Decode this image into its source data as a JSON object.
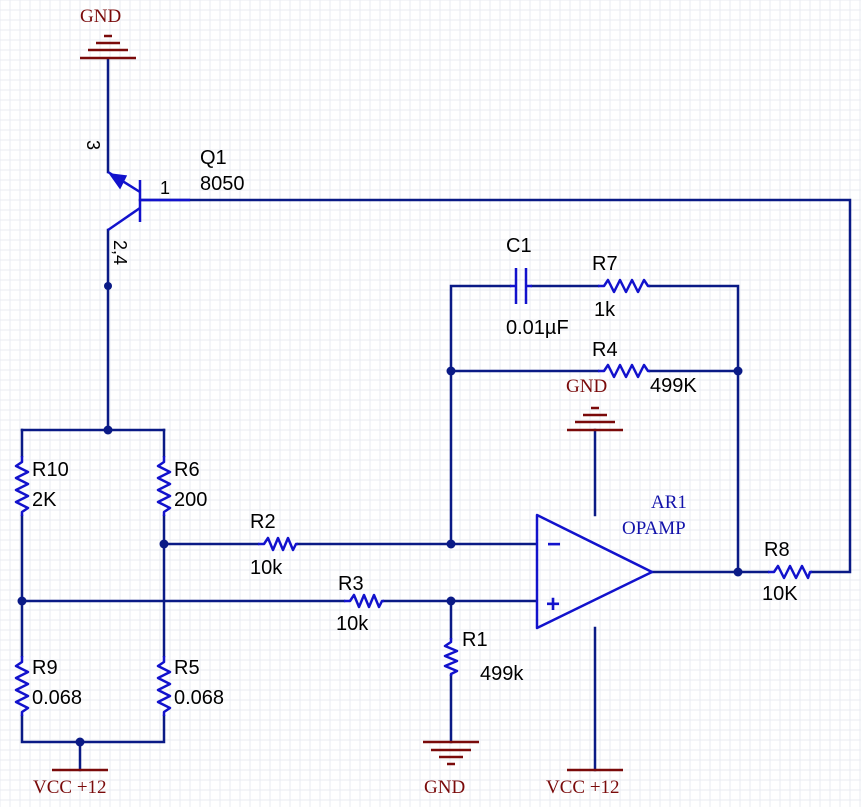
{
  "colors": {
    "wire": "#0a1a86",
    "component": "#1212cc",
    "power": "#7a0a0a",
    "grid": "#e9ebf2"
  },
  "transistor": {
    "ref": "Q1",
    "value": "8050",
    "pin_base": "1",
    "pin_emitter": "3",
    "pin_collector": "2,4"
  },
  "resistors": {
    "r1": {
      "ref": "R1",
      "value": "499k"
    },
    "r2": {
      "ref": "R2",
      "value": "10k"
    },
    "r3": {
      "ref": "R3",
      "value": "10k"
    },
    "r4": {
      "ref": "R4",
      "value": "499K"
    },
    "r5": {
      "ref": "R5",
      "value": "0.068"
    },
    "r6": {
      "ref": "R6",
      "value": "200"
    },
    "r7": {
      "ref": "R7",
      "value": "1k"
    },
    "r8": {
      "ref": "R8",
      "value": "10K"
    },
    "r9": {
      "ref": "R9",
      "value": "0.068"
    },
    "r10": {
      "ref": "R10",
      "value": "2K"
    }
  },
  "capacitor": {
    "ref": "C1",
    "value": "0.01µF"
  },
  "opamp": {
    "ref": "AR1",
    "value": "OPAMP",
    "minus": "−",
    "plus": "+"
  },
  "power": {
    "gnd_top": "GND",
    "gnd_opamp": "GND",
    "gnd_r1": "GND",
    "vcc_left": "VCC +12",
    "vcc_opamp": "VCC +12"
  }
}
